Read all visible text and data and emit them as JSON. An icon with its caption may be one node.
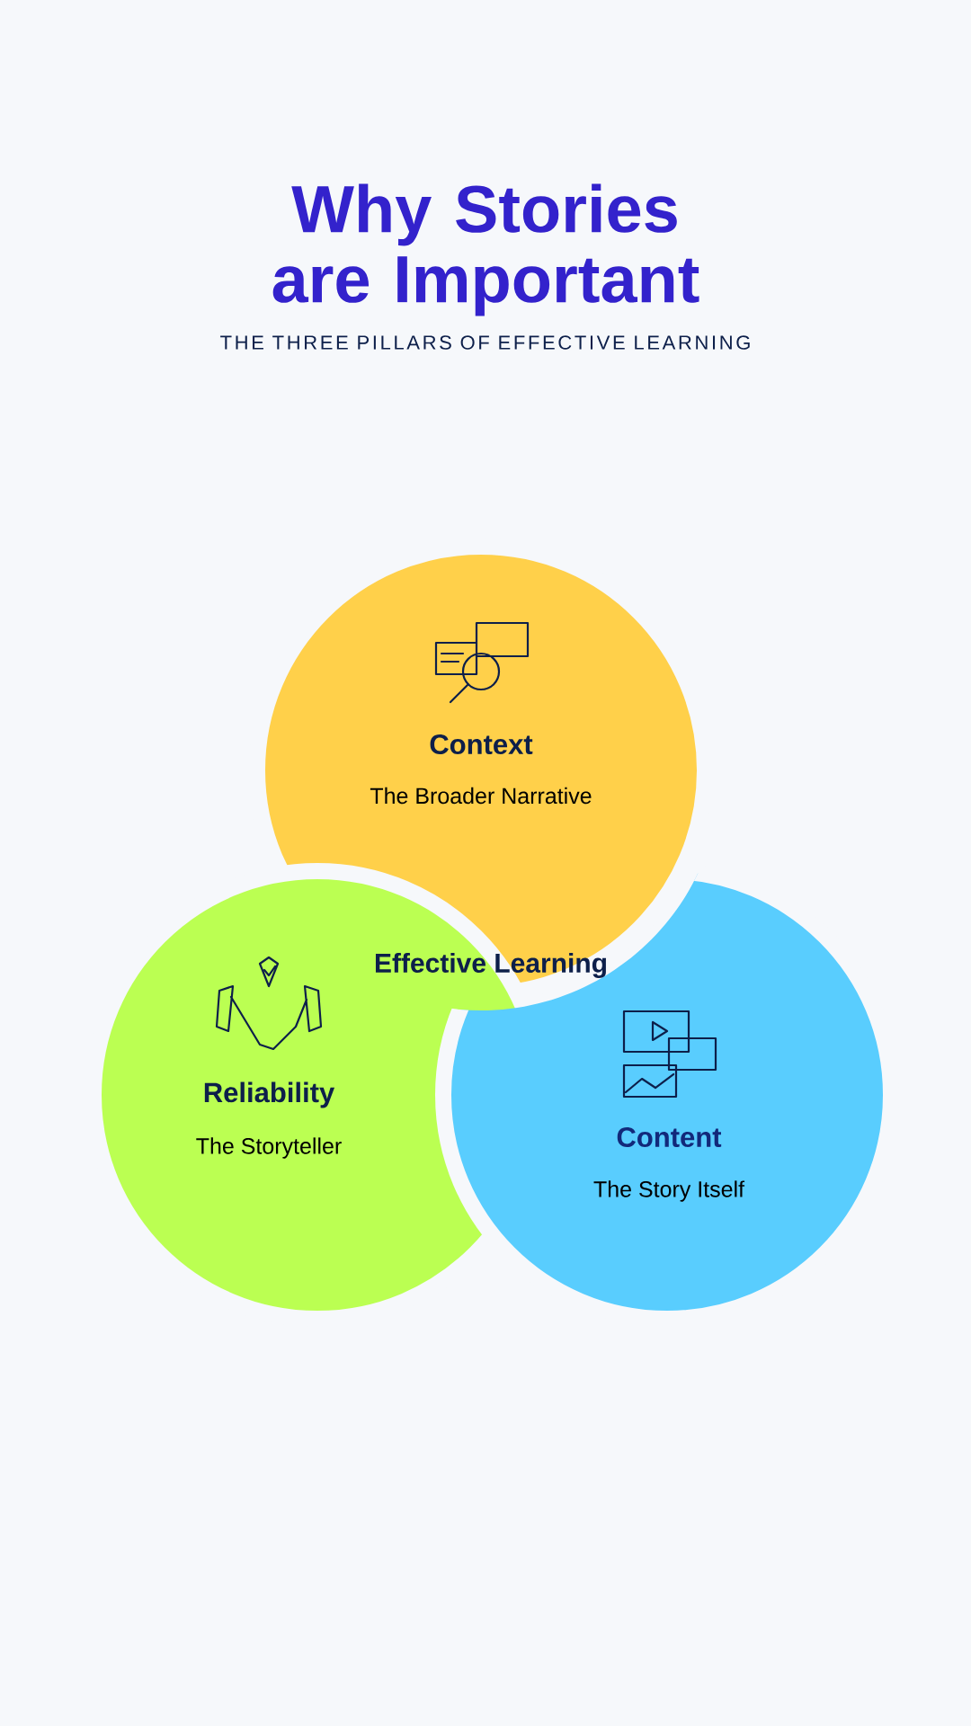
{
  "diagram": {
    "title": "Why Stories are Important",
    "nodes": [
      {
        "text": [
          "Context",
          "The Broader Narrative"
        ]
      },
      {
        "text": [
          "Reliability",
          "The Storyteller"
        ]
      },
      {
        "text": [
          "Content",
          "The Story Itself"
        ]
      }
    ],
    "labels": [
      "THE THREE PILLARS OF EFFECTIVE LEARNING",
      "Effective Learning"
    ]
  }
}
